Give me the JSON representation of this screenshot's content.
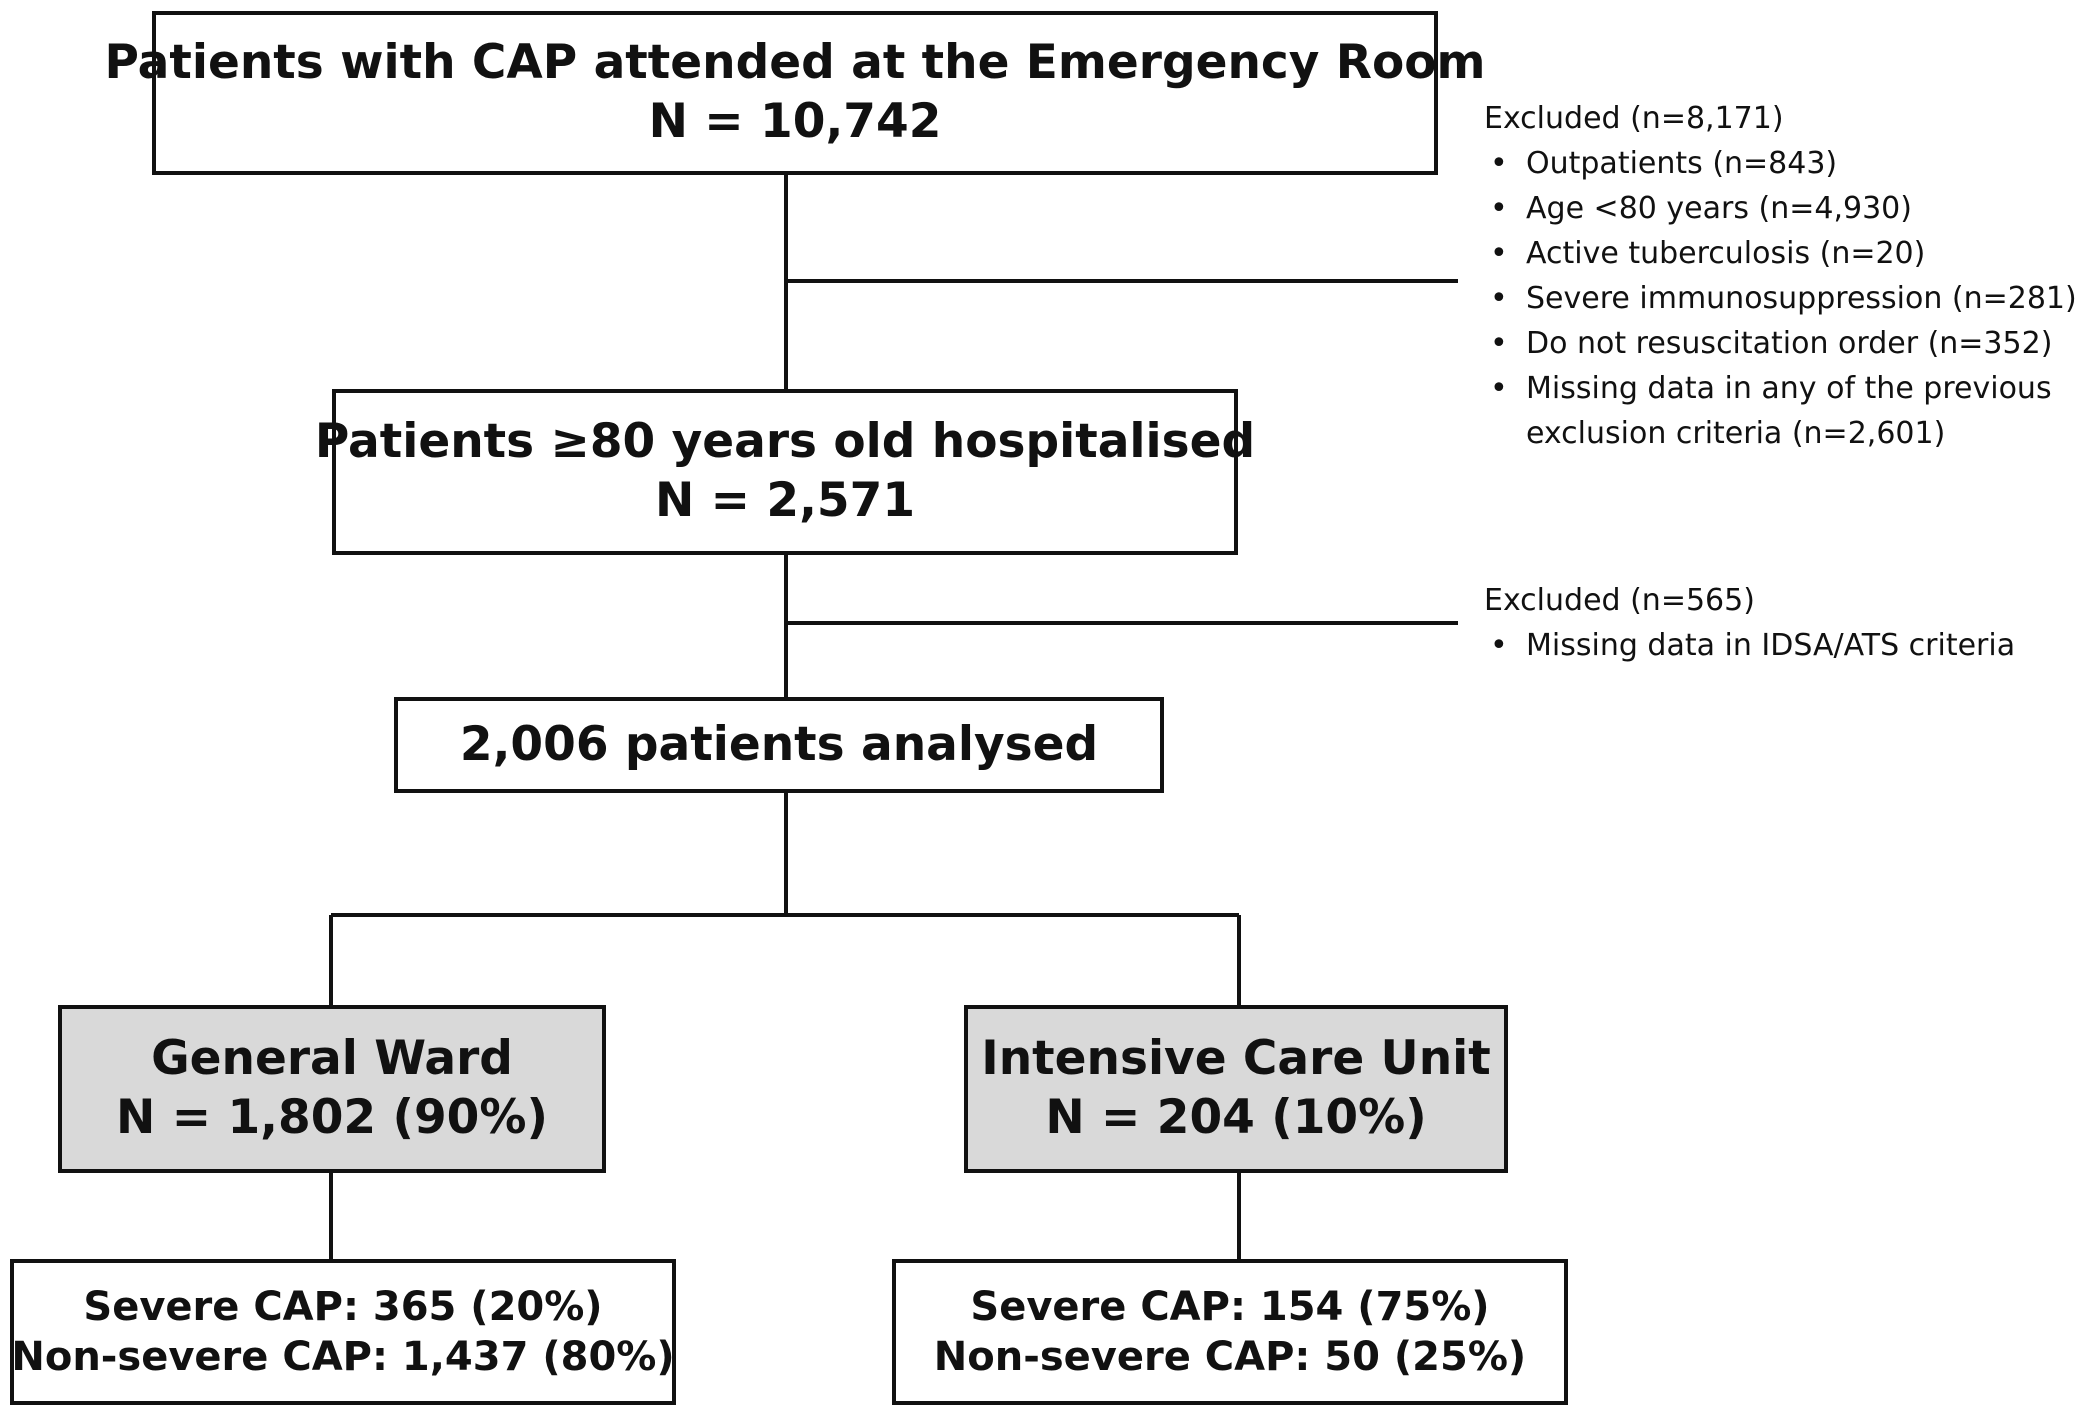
{
  "boxes": {
    "er": {
      "title": "Patients with CAP attended at the Emergency Room",
      "n": "N = 10,742"
    },
    "hospitalised": {
      "title": "Patients ≥80 years old hospitalised",
      "n": "N = 2,571"
    },
    "analysed": {
      "title": "2,006 patients analysed"
    },
    "general_ward": {
      "title": "General Ward",
      "n": "N = 1,802 (90%)"
    },
    "icu": {
      "title": "Intensive Care Unit",
      "n": "N = 204 (10%)"
    },
    "ward_outcome": {
      "severe": "Severe CAP: 365 (20%)",
      "non_severe": "Non-severe CAP: 1,437 (80%)"
    },
    "icu_outcome": {
      "severe": "Severe CAP: 154 (75%)",
      "non_severe": "Non-severe CAP: 50 (25%)"
    }
  },
  "exclusions": {
    "first": {
      "heading": "Excluded (n=8,171)",
      "items": [
        "Outpatients (n=843)",
        "Age <80 years (n=4,930)",
        "Active tuberculosis (n=20)",
        "Severe immunosuppression (n=281)",
        "Do not resuscitation order (n=352)",
        "Missing data in any of the previous",
        "exclusion criteria (n=2,601)"
      ]
    },
    "second": {
      "heading": "Excluded (n=565)",
      "items": [
        "Missing data in IDSA/ATS criteria"
      ]
    }
  },
  "colors": {
    "line": "#111111",
    "box_fill": "#ffffff",
    "shaded_fill": "#d9d9d9"
  }
}
